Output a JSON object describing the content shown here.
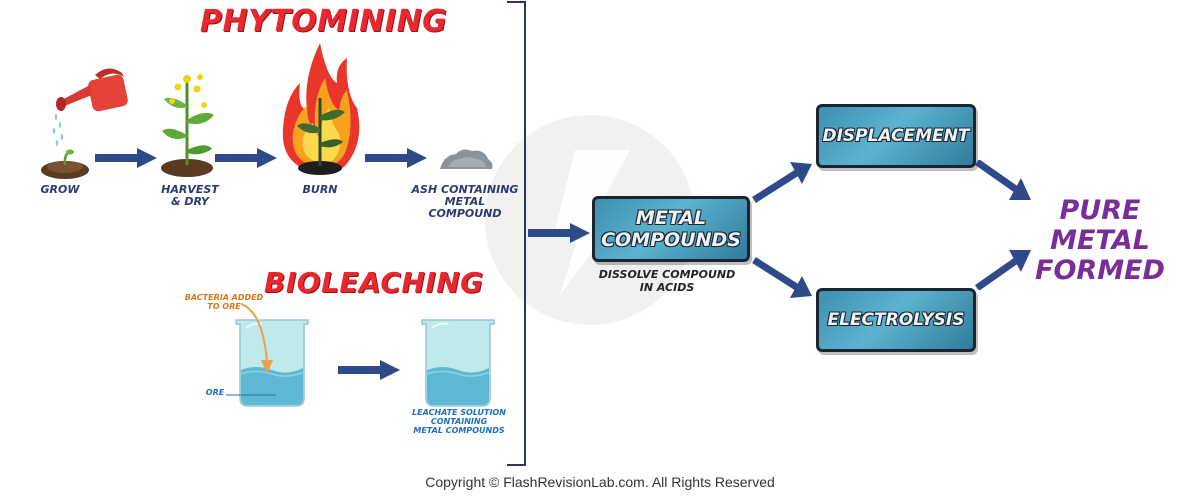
{
  "phytomining": {
    "title": "PHYTOMINING",
    "steps": {
      "grow": "GROW",
      "harvest_line1": "HARVEST",
      "harvest_line2": "& DRY",
      "burn": "BURN",
      "ash_line1": "ASH CONTAINING",
      "ash_line2": "METAL",
      "ash_line3": "COMPOUND"
    }
  },
  "bioleaching": {
    "title": "BIOLEACHING",
    "bacteria_line1": "BACTERIA ADDED",
    "bacteria_line2": "TO ORE",
    "ore": "ORE",
    "leachate_line1": "LEACHATE SOLUTION",
    "leachate_line2": "CONTAINING",
    "leachate_line3": "METAL COMPOUNDS"
  },
  "process": {
    "metal_compounds_line1": "METAL",
    "metal_compounds_line2": "COMPOUNDS",
    "dissolve_line1": "DISSOLVE COMPOUND",
    "dissolve_line2": "IN ACIDS",
    "displacement": "DISPLACEMENT",
    "electrolysis": "ELECTROLYSIS",
    "result_line1": "PURE METAL",
    "result_line2": "FORMED"
  },
  "footer": {
    "copyright": "Copyright © FlashRevisionLab.com. All Rights Reserved"
  },
  "colors": {
    "arrow": "#2f4a8a",
    "title_red": "#e8282e",
    "box": "#3d8fae",
    "purple": "#7a2d98",
    "label": "#2b3a6f"
  }
}
